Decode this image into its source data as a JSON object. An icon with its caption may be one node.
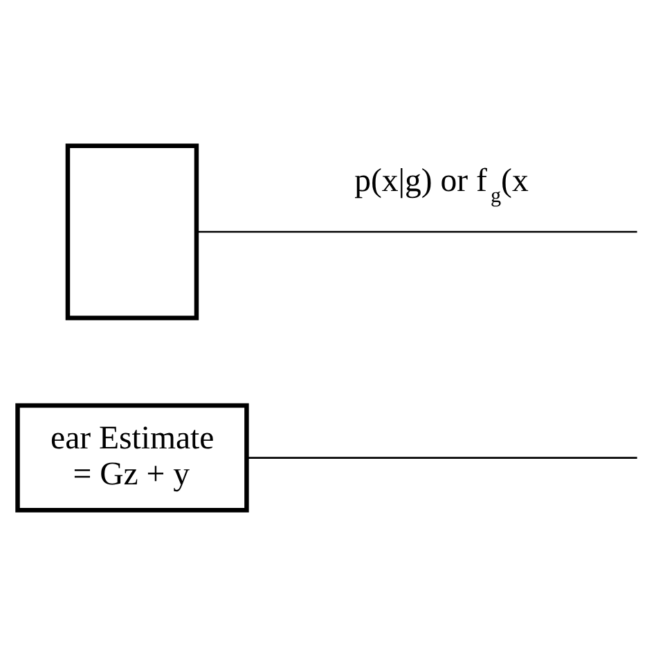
{
  "diagram": {
    "nodes": [
      {
        "text": [
          "ear Estimate",
          "= Gz + y"
        ]
      },
      {
        "text": [],
        "shape": "box"
      }
    ],
    "edges": [
      {
        "from": 0,
        "to": null,
        "arrow": "none"
      },
      {
        "from": 1,
        "to": null,
        "arrow": "none",
        "label": "p(x|g) or f$_{g}$(x"
      }
    ]
  }
}
